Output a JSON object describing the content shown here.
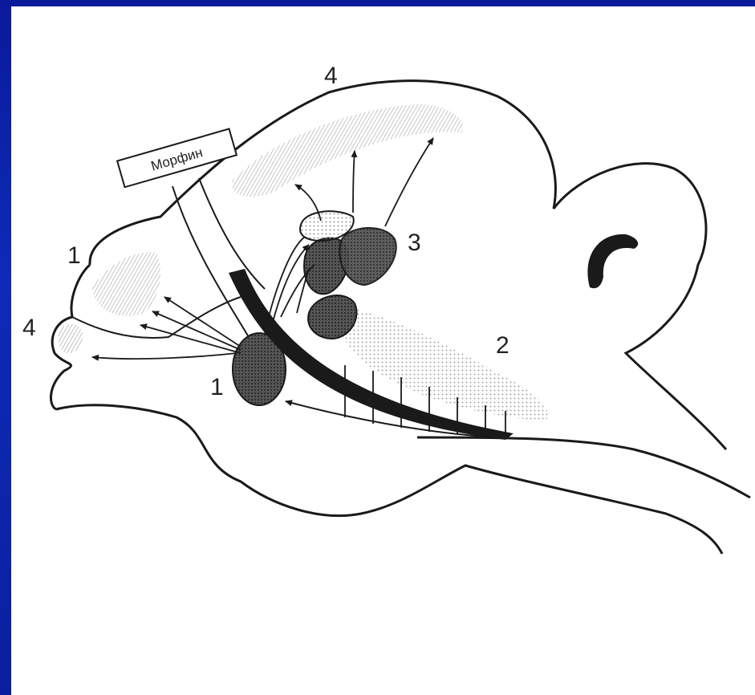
{
  "diagram": {
    "box_label": "Морфин",
    "labels": {
      "forebrain_1": "1",
      "olfactory_4": "4",
      "cortex_4": "4",
      "thalamus_3": "3",
      "brainstem_2": "2",
      "nucleus_1": "1"
    },
    "colors": {
      "background_blue": "#0d2bb8",
      "panel": "#ffffff",
      "ink": "#1a1a1a"
    }
  }
}
